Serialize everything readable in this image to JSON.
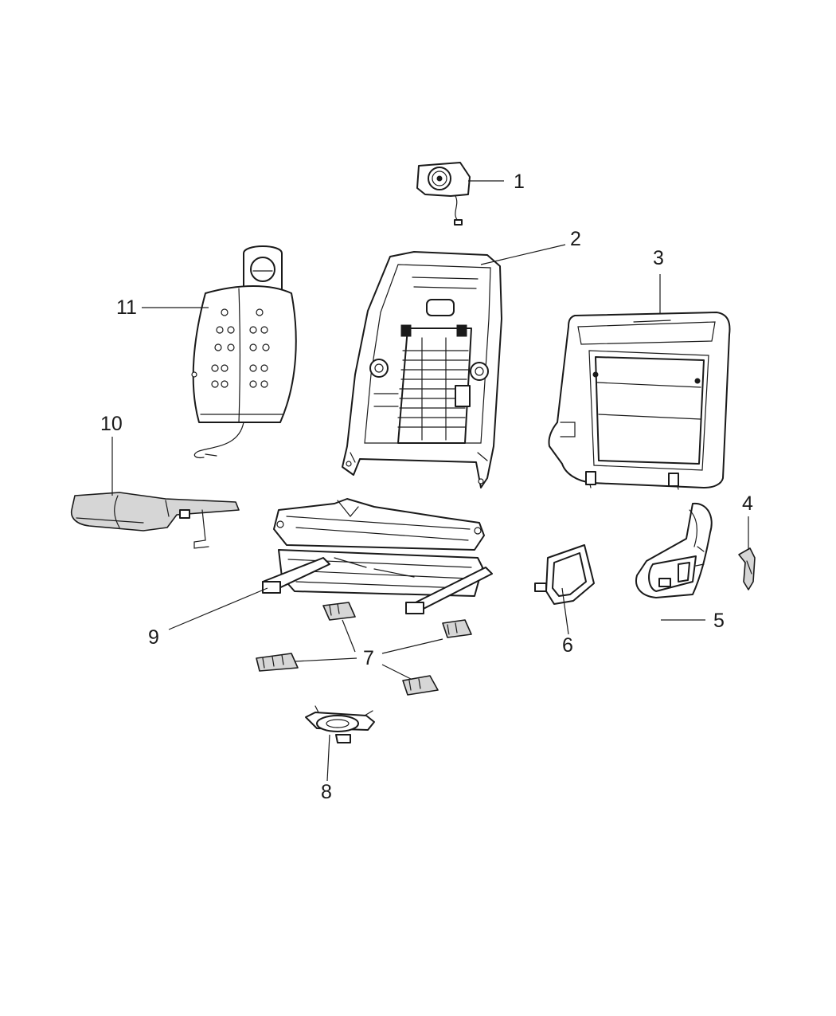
{
  "callouts": {
    "c1": "1",
    "c2": "2",
    "c3": "3",
    "c4": "4",
    "c5": "5",
    "c6": "6",
    "c7": "7",
    "c8": "8",
    "c9": "9",
    "c10": "10",
    "c11": "11"
  },
  "colors": {
    "line": "#1a1a1a",
    "background": "#ffffff",
    "shade": "#d6d6d6"
  }
}
